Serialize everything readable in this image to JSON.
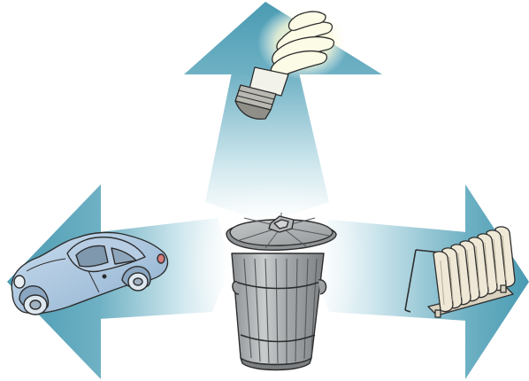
{
  "diagram": {
    "center": {
      "icon": "trash-can-icon"
    },
    "outputs": [
      {
        "direction": "up",
        "icon": "light-bulb-icon"
      },
      {
        "direction": "left",
        "icon": "car-icon"
      },
      {
        "direction": "right",
        "icon": "radiator-icon"
      }
    ],
    "colors": {
      "arrow": "#4a9bb2",
      "arrow_light": "#a9d3df",
      "glow": "#ffffff",
      "outline": "#2d2d2d",
      "can_metal": "#a8abad",
      "car_body": "#a6c4df",
      "bulb_glass": "#f5f7d8",
      "radiator_body": "#efe8d6"
    }
  }
}
